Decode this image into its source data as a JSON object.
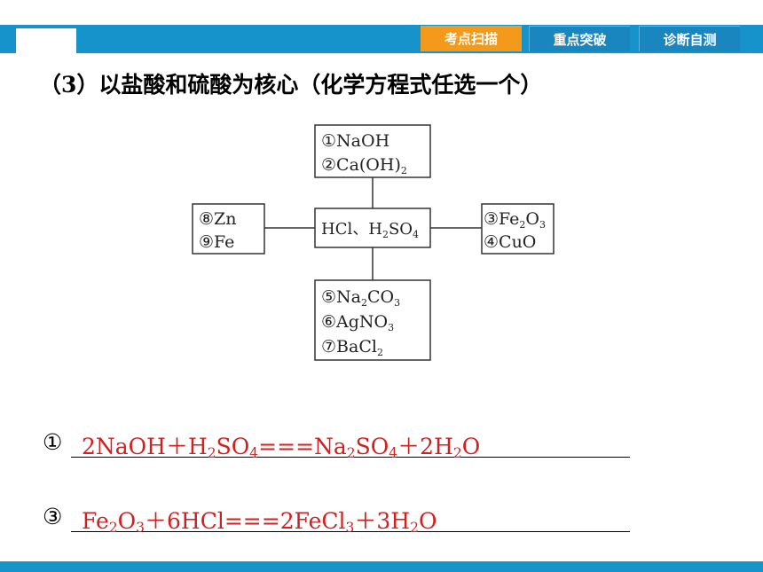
{
  "header": {
    "tabs": [
      {
        "label": "考点扫描",
        "active": true
      },
      {
        "label": "重点突破",
        "active": false
      },
      {
        "label": "诊断自测",
        "active": false
      }
    ]
  },
  "heading": "（3）以盐酸和硫酸为核心（化学方程式任选一个）",
  "diagram": {
    "center": [
      "HCl",
      "、",
      "H",
      "2",
      "SO",
      "4"
    ],
    "top": {
      "line1": "①NaOH",
      "line2": [
        "②Ca(OH)",
        "2"
      ]
    },
    "left": {
      "line1": "⑧Zn",
      "line2": "⑨Fe"
    },
    "right": {
      "line1": [
        "③Fe",
        "2",
        "O",
        "3"
      ],
      "line2": "④CuO"
    },
    "bottom": {
      "line1": [
        "⑤Na",
        "2",
        "CO",
        "3"
      ],
      "line2": [
        "⑥AgNO",
        "3"
      ],
      "line3": [
        "⑦BaCl",
        "2"
      ]
    }
  },
  "answers": [
    {
      "marker": "①",
      "parts": [
        "2NaOH＋H",
        "2",
        "SO",
        "4",
        "===Na",
        "2",
        "SO",
        "4",
        "＋2H",
        "2",
        "O"
      ]
    },
    {
      "marker": "③",
      "parts": [
        "Fe",
        "2",
        "O",
        "3",
        "＋6HCl===2FeCl",
        "3",
        "＋3H",
        "2",
        "O"
      ]
    }
  ],
  "colors": {
    "brand_blue": "#1793cc",
    "active_tab": "#f39a1b",
    "answer_red": "#d21f1f"
  }
}
